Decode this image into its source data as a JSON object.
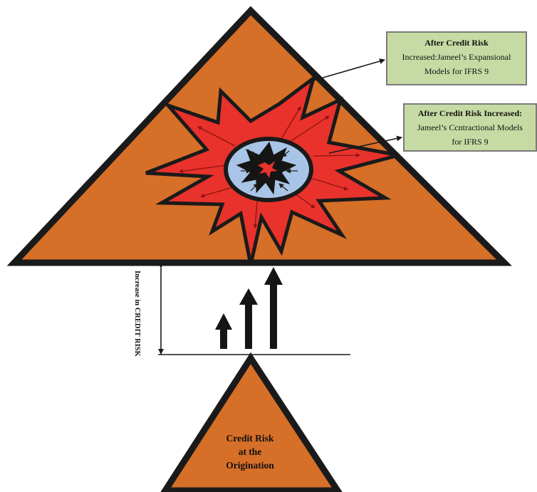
{
  "callouts": {
    "expansional": {
      "line1": "After Credit Risk",
      "line2": "Increased:Jameel’s Expansional",
      "line3": "Models for IFRS 9"
    },
    "contractional": {
      "line1": "After Credit Risk Increased:",
      "line2": "Jameel’s Ccntractional Models",
      "line3": "for IFRS 9"
    }
  },
  "origination": {
    "line1": "Credit Risk",
    "line2": "at the",
    "line3": "Origination"
  },
  "axis_label": "Increase in CREDIT RISK",
  "colors": {
    "triangle_fill": "#d66f28",
    "burst_fill": "#e8322b",
    "ellipse_fill": "#a8c4e6",
    "callout_fill": "#c6dba4",
    "outline": "#1a1a1a"
  }
}
